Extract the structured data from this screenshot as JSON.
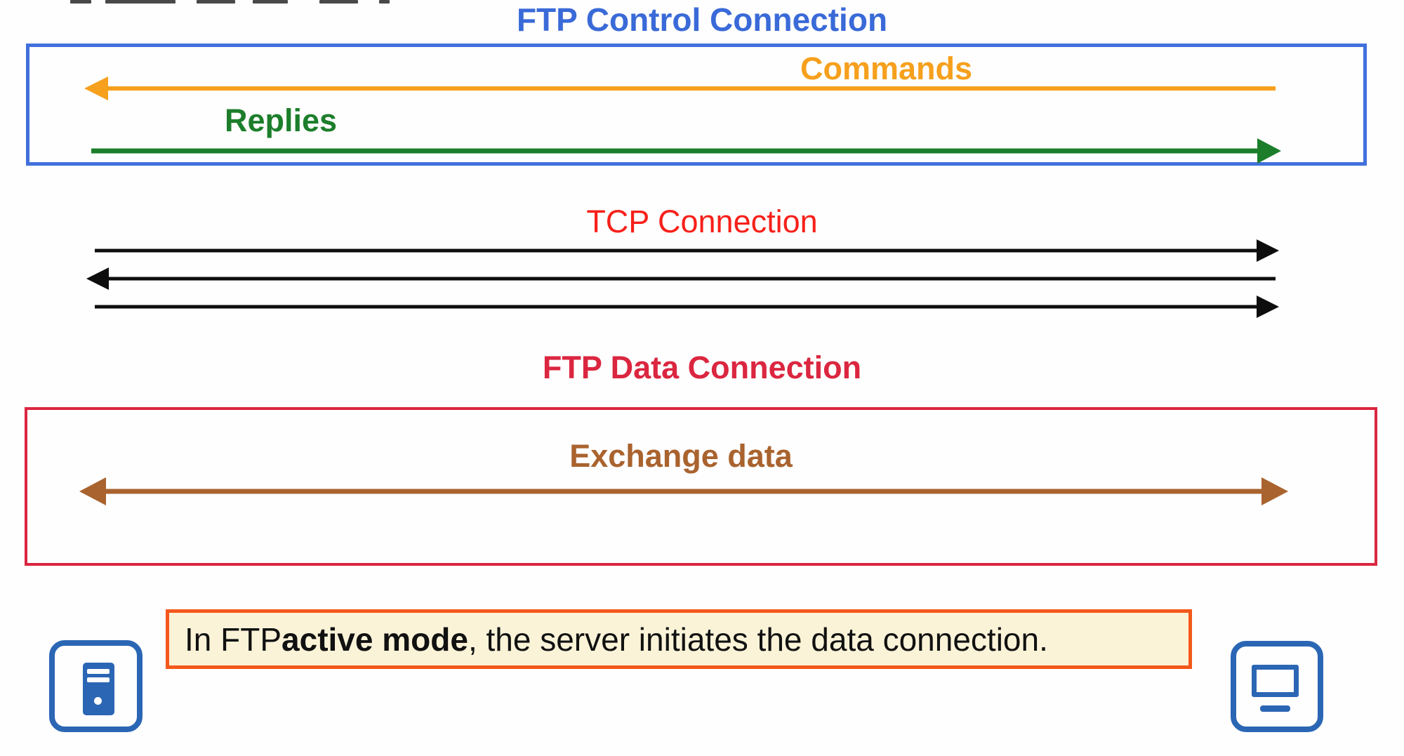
{
  "title": "FTP Control Connection",
  "control_box": {
    "commands_label": "Commands",
    "replies_label": "Replies"
  },
  "tcp_section": {
    "label": "TCP Connection"
  },
  "data_section": {
    "title": "FTP Data Connection",
    "exchange_label": "Exchange data"
  },
  "note": {
    "prefix": "In FTP ",
    "emphasis": "active mode",
    "suffix": ", the server initiates the data connection."
  },
  "icons": {
    "left": "server-icon",
    "right": "monitor-icon"
  },
  "colors": {
    "title_blue": "#3A6AD8",
    "box_blue": "#4170DC",
    "orange": "#F6A01D",
    "green": "#1C7E2B",
    "red": "#F7201A",
    "crimson": "#DB2640",
    "brown": "#A9632E",
    "note_border": "#F4581C",
    "note_bg": "#FBF3D8",
    "icon_blue": "#2B66B4",
    "ink": "#0D0D0D"
  }
}
